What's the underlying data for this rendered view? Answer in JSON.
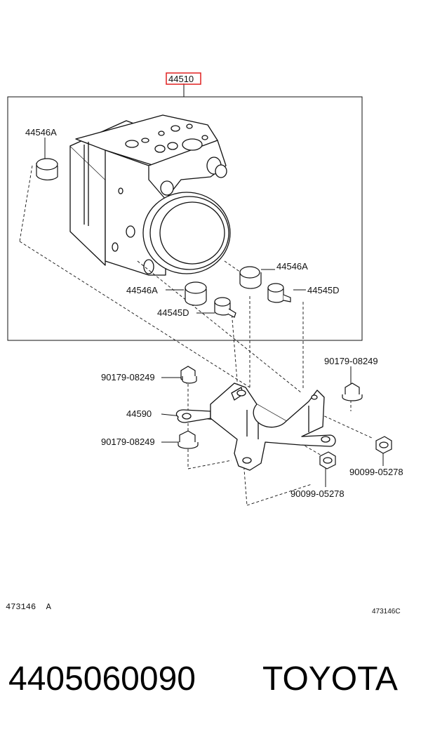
{
  "callouts": {
    "assembly": "44510",
    "cushion_top": "44546A",
    "cushion_right": "44546A",
    "cushion_left": "44546A",
    "stud_right": "44545D",
    "stud_left": "44545D",
    "bolt_top_left": "90179-08249",
    "bolt_top_right": "90179-08249",
    "bracket": "44590",
    "bolt_bottom_left": "90179-08249",
    "nut_right": "90099-05278",
    "nut_bottom": "90099-05278"
  },
  "diagram_code_left": "473146  A",
  "diagram_code_right": "473146C",
  "part_number": "4405060090",
  "brand": "TOYOTA",
  "colors": {
    "highlight": "#e02020",
    "line": "#111111"
  }
}
